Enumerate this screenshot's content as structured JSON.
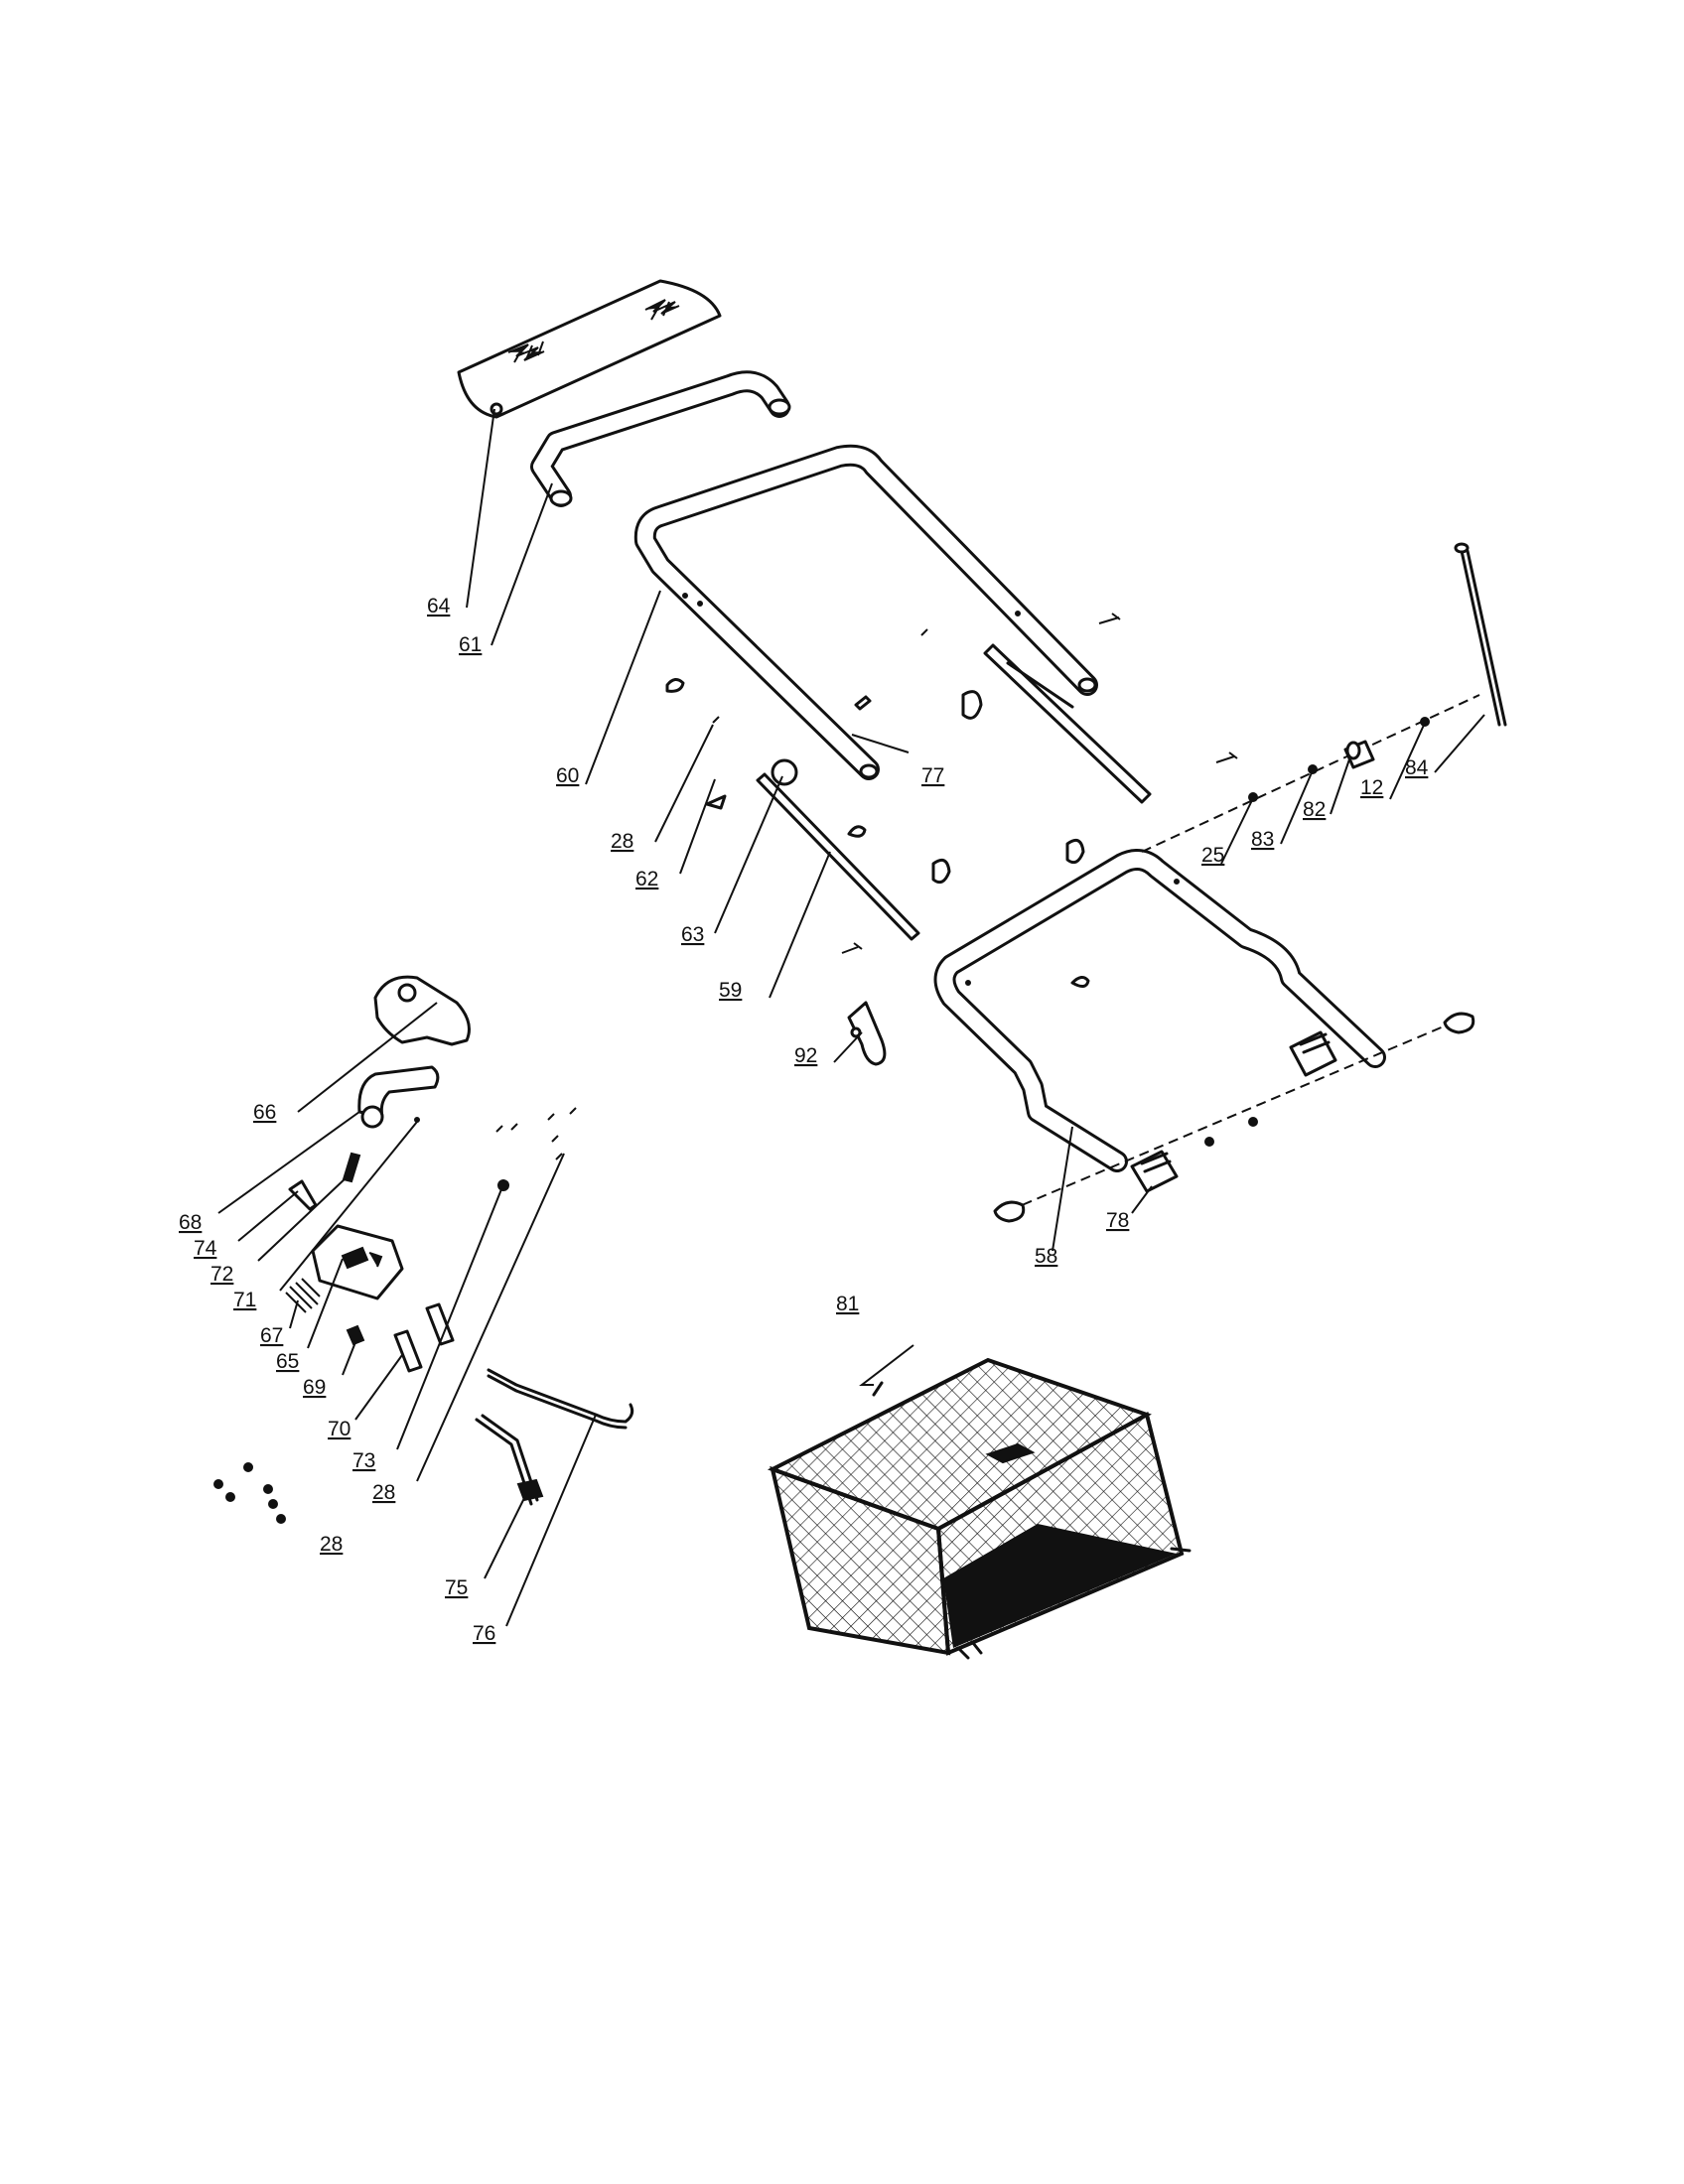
{
  "labels": {
    "l64": "64",
    "l61": "61",
    "l60": "60",
    "l28a": "28",
    "l62": "62",
    "l77": "77",
    "l63": "63",
    "l59": "59",
    "l92": "92",
    "l84": "84",
    "l12": "12",
    "l82": "82",
    "l83": "83",
    "l25": "25",
    "l58": "58",
    "l78": "78",
    "l66": "66",
    "l68": "68",
    "l74": "74",
    "l72": "72",
    "l71": "71",
    "l67": "67",
    "l65": "65",
    "l69": "69",
    "l70": "70",
    "l73": "73",
    "l28b": "28",
    "l28c": "28",
    "l75": "75",
    "l76": "76",
    "l81": "81"
  }
}
